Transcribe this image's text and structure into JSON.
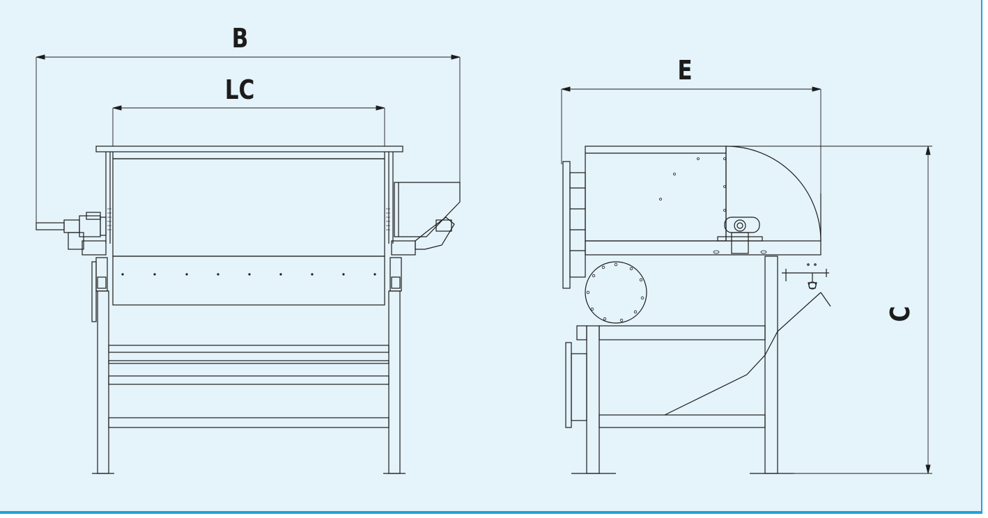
{
  "dimensions": {
    "front_width": "B",
    "front_inner_width": "LC",
    "side_depth": "E",
    "side_height": "C"
  },
  "colors": {
    "background": "#e5f3fb",
    "frame": "#1fa3d8",
    "line": "#1c1c1c"
  }
}
